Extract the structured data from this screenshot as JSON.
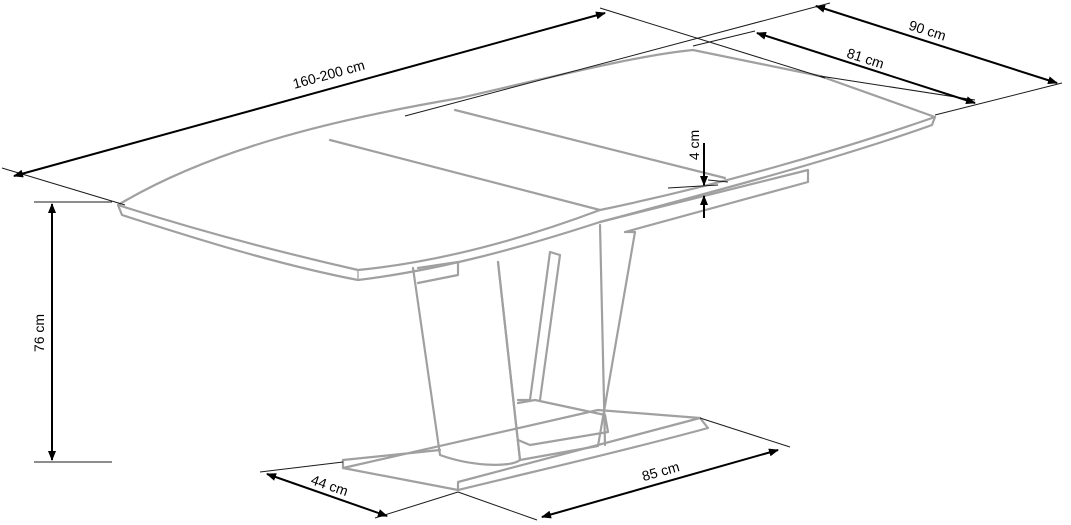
{
  "dimensions": {
    "length": "160-200 cm",
    "width_outer": "90 cm",
    "width_inner": "81 cm",
    "thickness": "4 cm",
    "height": "76 cm",
    "base_width": "44 cm",
    "base_length": "85 cm"
  }
}
